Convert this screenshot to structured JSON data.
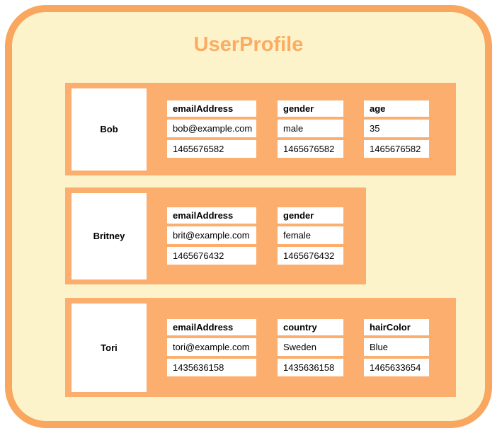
{
  "title": "UserProfile",
  "colors": {
    "outer_border_orange": "#f9a65f",
    "row_band_orange": "#fbae6e",
    "background_yellow": "#fdf3cb",
    "title_orange": "#fbac62",
    "cell_white": "#ffffff",
    "text_black": "#000000"
  },
  "rows": [
    {
      "key": "Bob",
      "columns": [
        {
          "name": "emailAddress",
          "value": "bob@example.com",
          "timestamp": "1465676582"
        },
        {
          "name": "gender",
          "value": "male",
          "timestamp": "1465676582"
        },
        {
          "name": "age",
          "value": "35",
          "timestamp": "1465676582"
        }
      ]
    },
    {
      "key": "Britney",
      "columns": [
        {
          "name": "emailAddress",
          "value": "brit@example.com",
          "timestamp": "1465676432"
        },
        {
          "name": "gender",
          "value": "female",
          "timestamp": "1465676432"
        }
      ]
    },
    {
      "key": "Tori",
      "columns": [
        {
          "name": "emailAddress",
          "value": "tori@example.com",
          "timestamp": "1435636158"
        },
        {
          "name": "country",
          "value": "Sweden",
          "timestamp": "1435636158"
        },
        {
          "name": "hairColor",
          "value": "Blue",
          "timestamp": "1465633654"
        }
      ]
    }
  ]
}
